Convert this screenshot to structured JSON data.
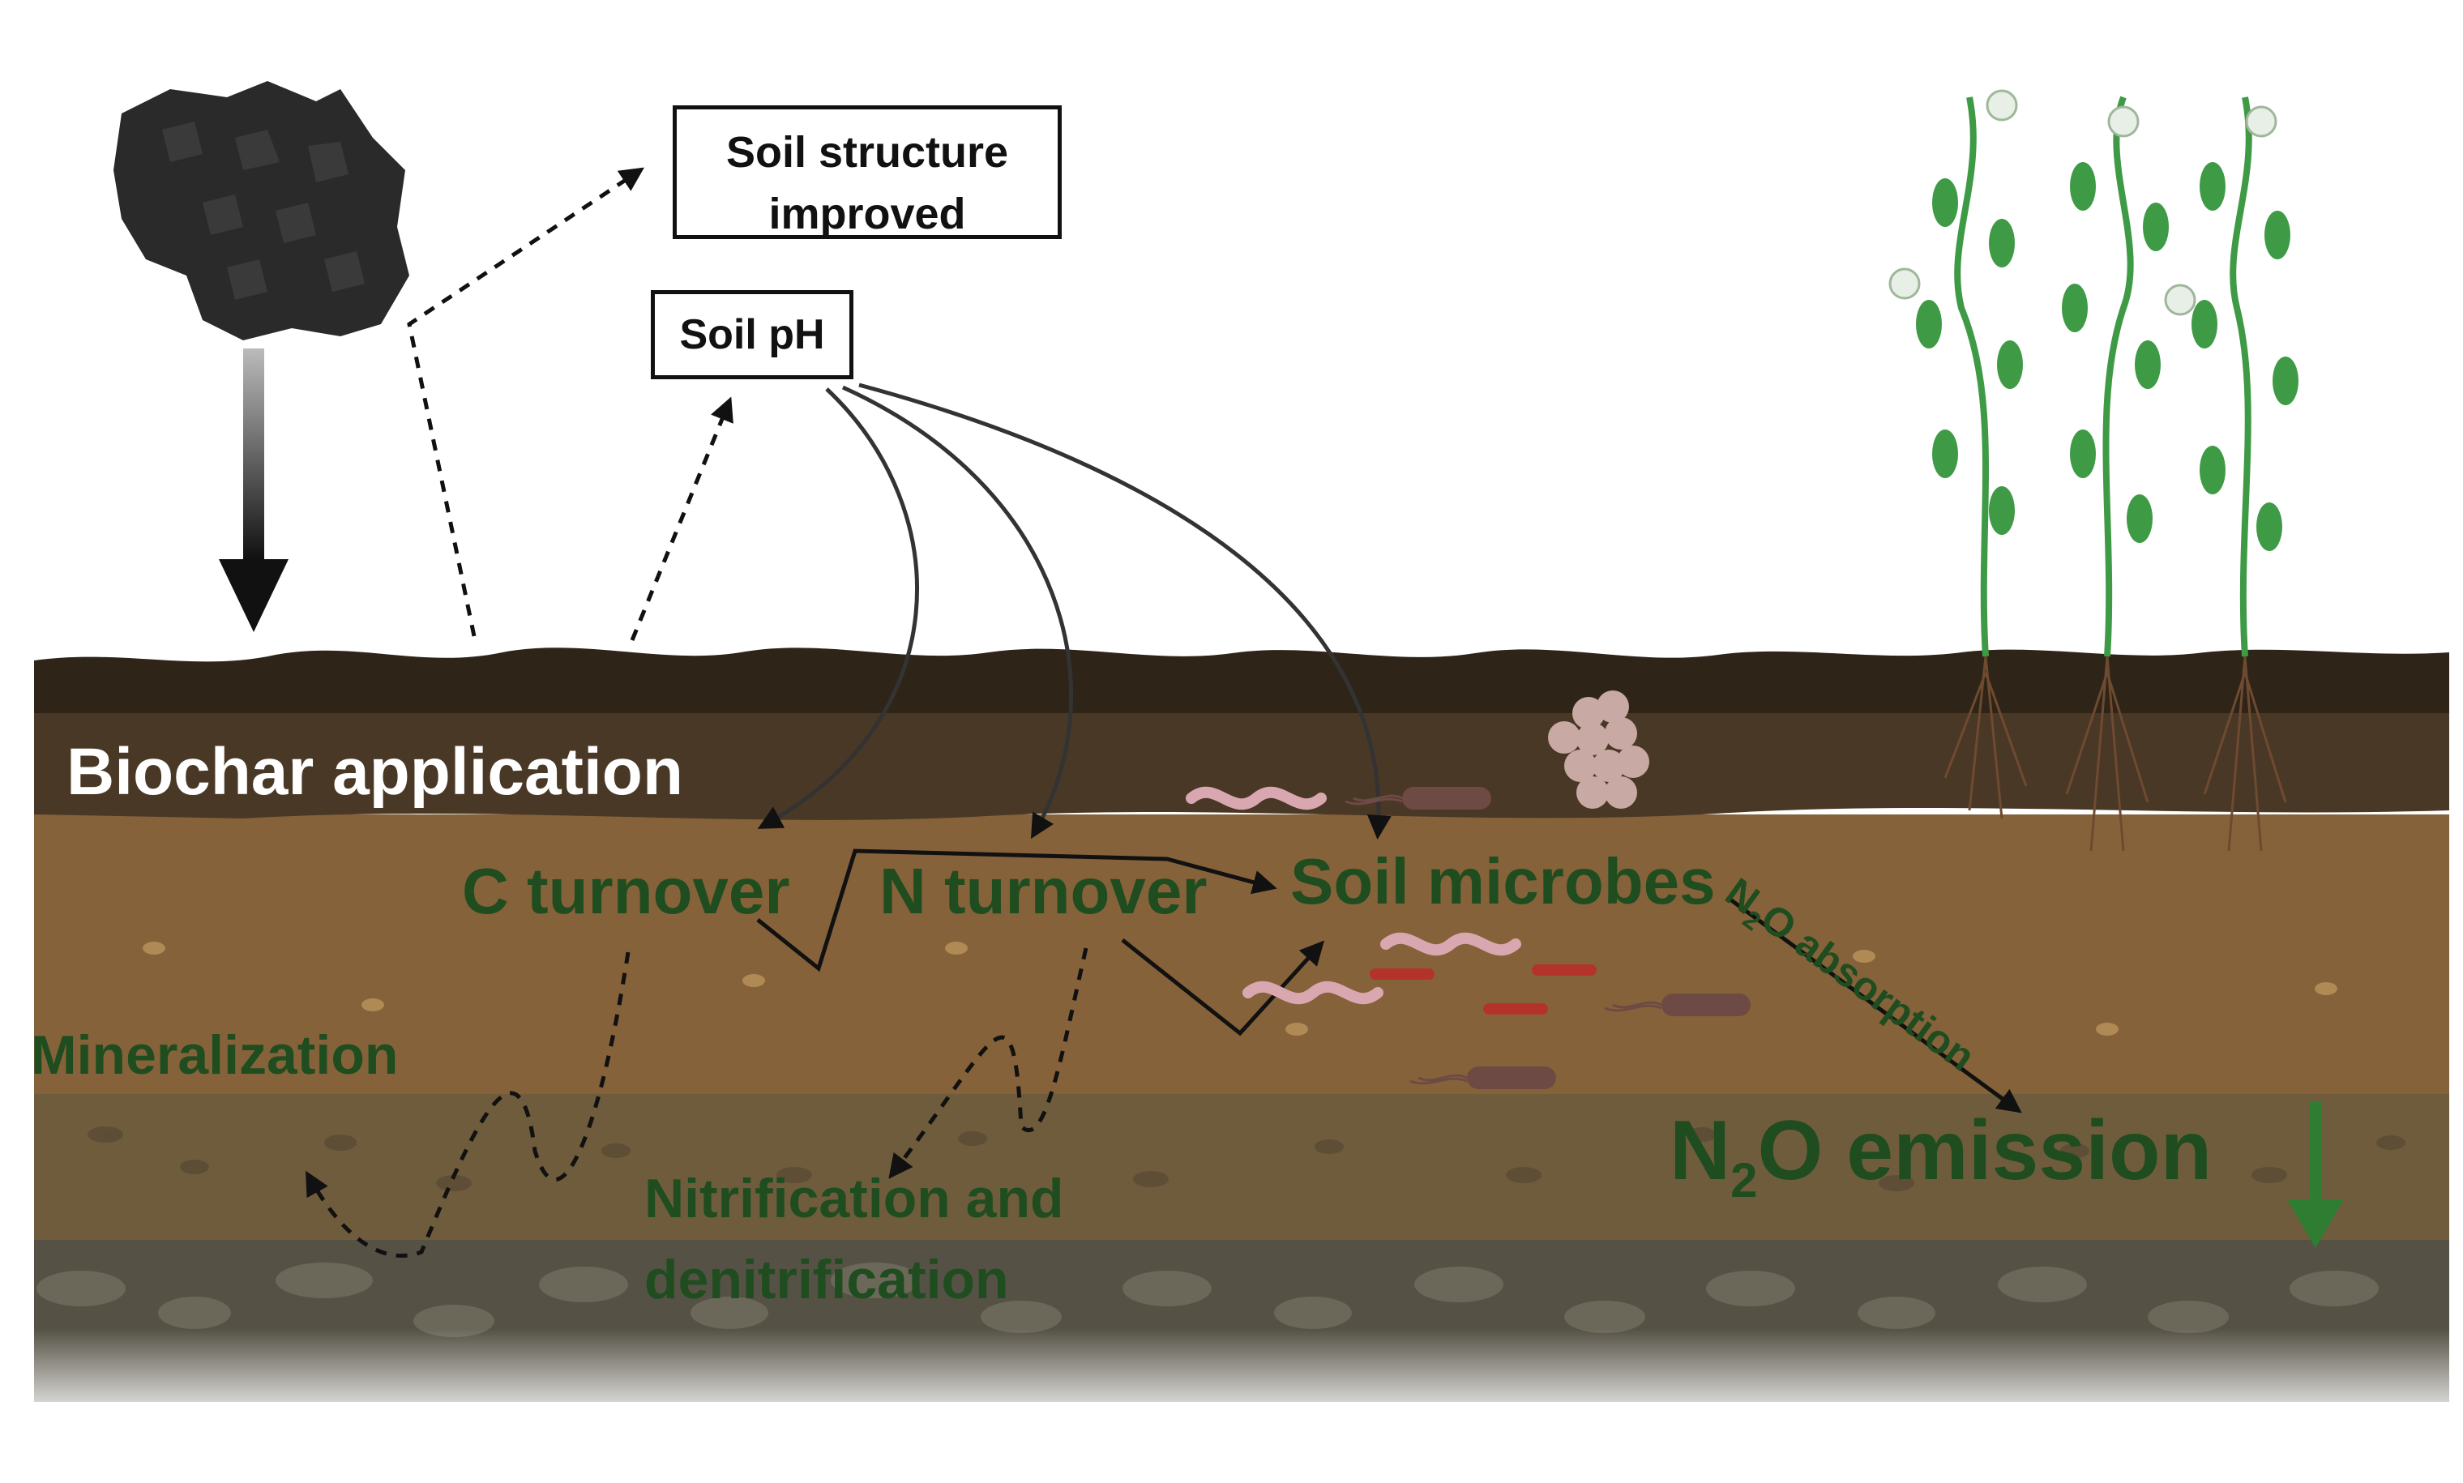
{
  "diagram": {
    "labels": {
      "biochar_application": "Biochar application",
      "soil_structure_line1": "Soil structure",
      "soil_structure_line2": "improved",
      "soil_ph": "Soil pH",
      "c_turnover": "C turnover",
      "n_turnover": "N turnover",
      "soil_microbes": "Soil microbes",
      "mineralization": "Mineralization",
      "nitrification_line1": "Nitrification and",
      "nitrification_line2": "denitrification",
      "n2o_absorption_pre": "N",
      "n2o_absorption_sub": "2",
      "n2o_absorption_post": "O absorption",
      "n2o_emission_pre": "N",
      "n2o_emission_sub": "2",
      "n2o_emission_post": "O emission"
    },
    "colors": {
      "text_green": "#1f4d1f",
      "arrow_green": "#2e7d32",
      "topsoil_dark": "#2e2418",
      "topsoil_mid": "#4a3826",
      "subsoil_brown": "#86623a",
      "lower_soil": "#6f5c3c",
      "rock_layer": "#555245",
      "biochar": "#2a2a2a",
      "plant_green": "#3f9a46",
      "microbe_pink": "#d9a7b0",
      "microbe_red": "#b3332b",
      "microbe_brown": "#6e4a44"
    },
    "icons": [
      "biochar-icon",
      "pea-plant-icon",
      "bacteria-icon",
      "microbe-cluster-icon"
    ]
  }
}
